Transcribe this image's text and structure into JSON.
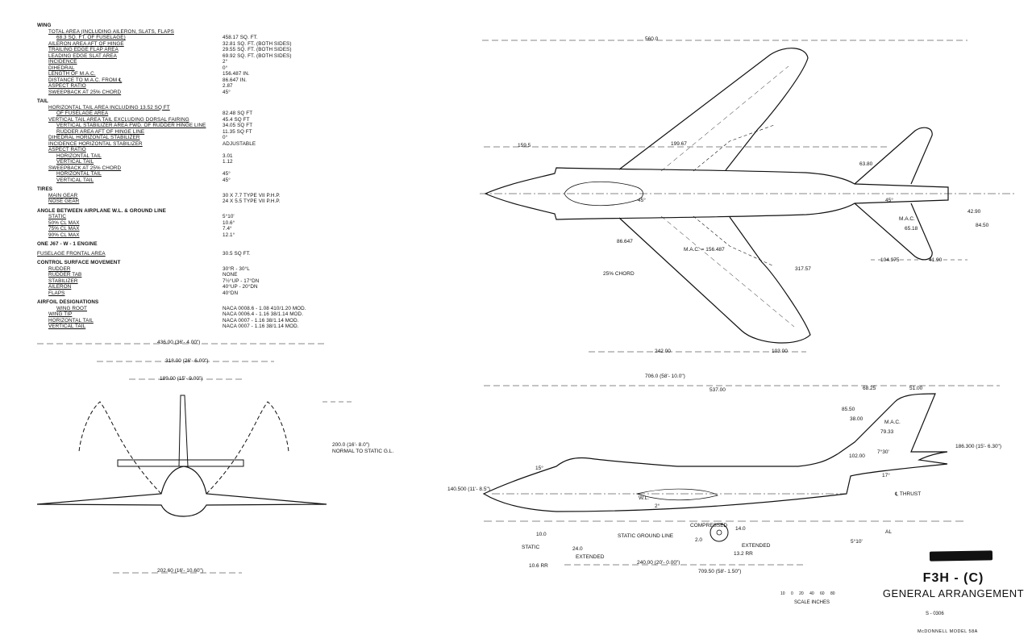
{
  "specs": [
    {
      "type": "section",
      "text": "WING"
    },
    {
      "type": "row",
      "indent": 1,
      "label": "TOTAL AREA  (INCLUDING AILERON, SLATS, FLAPS",
      "value": ""
    },
    {
      "type": "row",
      "indent": 2,
      "label": "68.3  SQ. FT. OF FUSELAGE)",
      "value": "458.17  SQ. FT."
    },
    {
      "type": "row",
      "indent": 1,
      "label": "AILERON AREA AFT OF HINGE",
      "value": "32.81  SQ. FT.  (BOTH SIDES)"
    },
    {
      "type": "row",
      "indent": 1,
      "label": "TRAILING EDGE FLAP AREA",
      "value": "29.55  SQ. FT.  (BOTH SIDES)"
    },
    {
      "type": "row",
      "indent": 1,
      "label": "LEADING EDGE SLAT AREA",
      "value": "69.92  SQ. FT.  (BOTH SIDES)"
    },
    {
      "type": "row",
      "indent": 1,
      "label": "INCIDENCE",
      "value": "2°"
    },
    {
      "type": "row",
      "indent": 1,
      "label": "DIHEDRAL",
      "value": "0°"
    },
    {
      "type": "row",
      "indent": 1,
      "label": "LENGTH OF M.A.C.",
      "value": "156.487  IN."
    },
    {
      "type": "row",
      "indent": 1,
      "label": "DISTANCE TO M.A.C. FROM ℄",
      "value": "86.647  IN."
    },
    {
      "type": "row",
      "indent": 1,
      "label": "ASPECT RATIO",
      "value": "2.87"
    },
    {
      "type": "row",
      "indent": 1,
      "label": "SWEEPBACK AT 25% CHORD",
      "value": "45°"
    },
    {
      "type": "gap"
    },
    {
      "type": "section",
      "text": "TAIL"
    },
    {
      "type": "row",
      "indent": 1,
      "label": "HORIZONTAL TAIL AREA   INCLUDING 13.52 SQ FT",
      "value": ""
    },
    {
      "type": "row",
      "indent": 2,
      "label": "OF FUSELAGE AREA",
      "value": "82.48   SQ FT"
    },
    {
      "type": "row",
      "indent": 1,
      "label": "VERTICAL TAIL AREA  TAIL  EXCLUDING DORSAL FAIRING",
      "value": "45.4    SQ FT"
    },
    {
      "type": "row",
      "indent": 2,
      "label": "VERTICAL STABILIZER AREA FWD. OF RUDDER HINGE LINE",
      "value": "34.05   SQ FT"
    },
    {
      "type": "row",
      "indent": 2,
      "label": "RUDDER AREA AFT OF HINGE LINE",
      "value": "11.35   SQ FT"
    },
    {
      "type": "row",
      "indent": 1,
      "label": "DIHEDRAL HORIZONTAL STABILIZER",
      "value": "0°"
    },
    {
      "type": "row",
      "indent": 1,
      "label": "INCIDENCE HORIZONTAL STABILIZER",
      "value": "ADJUSTABLE"
    },
    {
      "type": "row",
      "indent": 1,
      "label": "ASPECT RATIO",
      "value": ""
    },
    {
      "type": "row",
      "indent": 2,
      "label": "HORIZONTAL TAIL",
      "value": "3.01"
    },
    {
      "type": "row",
      "indent": 2,
      "label": "VERTICAL TAIL",
      "value": "1.12"
    },
    {
      "type": "row",
      "indent": 1,
      "label": "SWEEPBACK AT 25% CHORD",
      "value": ""
    },
    {
      "type": "row",
      "indent": 2,
      "label": "HORIZONTAL TAIL",
      "value": "45°"
    },
    {
      "type": "row",
      "indent": 2,
      "label": "VERTICAL TAIL",
      "value": "45°"
    },
    {
      "type": "gap"
    },
    {
      "type": "section",
      "text": "TIRES"
    },
    {
      "type": "row",
      "indent": 1,
      "label": "MAIN GEAR",
      "value": "30 X 7.7  TYPE VII  P.H.P."
    },
    {
      "type": "row",
      "indent": 1,
      "label": "NOSE GEAR",
      "value": "24 X 5.5  TYPE VII  P.H.P."
    },
    {
      "type": "gap"
    },
    {
      "type": "section",
      "text": "ANGLE  BETWEEN  AIRPLANE  W.L. & GROUND  LINE"
    },
    {
      "type": "row",
      "indent": 1,
      "label": "STATIC",
      "value": "5°10'"
    },
    {
      "type": "row",
      "indent": 1,
      "label": "50% CL MAX",
      "value": "10.6°"
    },
    {
      "type": "row",
      "indent": 1,
      "label": "75% CL MAX",
      "value": "7.4°"
    },
    {
      "type": "row",
      "indent": 1,
      "label": "90% CL MAX",
      "value": "12.1°"
    },
    {
      "type": "gap"
    },
    {
      "type": "section",
      "text": "ONE  J67 - W - 1  ENGINE"
    },
    {
      "type": "gap"
    },
    {
      "type": "row",
      "indent": 0,
      "label": "FUSELAGE  FRONTAL  AREA",
      "value": "30.5  SQ FT."
    },
    {
      "type": "gap"
    },
    {
      "type": "section",
      "text": "CONTROL  SURFACE  MOVEMENT"
    },
    {
      "type": "row",
      "indent": 1,
      "label": "RUDDER",
      "value": "30°R - 30°L"
    },
    {
      "type": "row",
      "indent": 1,
      "label": "RUDDER TAB",
      "value": "NONE"
    },
    {
      "type": "row",
      "indent": 1,
      "label": "STABILIZER",
      "value": "7½°UP - 17°DN"
    },
    {
      "type": "row",
      "indent": 1,
      "label": "AILERON",
      "value": "40°UP - 20°DN"
    },
    {
      "type": "row",
      "indent": 1,
      "label": "FLAPS",
      "value": "40°DN"
    },
    {
      "type": "gap"
    },
    {
      "type": "section",
      "text": "AIRFOIL DESIGNATIONS"
    },
    {
      "type": "row",
      "indent": 2,
      "label": "WING  ROOT",
      "value": "NACA 0008.6 - 1.08  410/1.20  MOD."
    },
    {
      "type": "row",
      "indent": 1,
      "label": "WING  TIP",
      "value": "NACA 0006.4 - 1.16   38/1.14  MOD."
    },
    {
      "type": "row",
      "indent": 1,
      "label": "HORIZONTAL  TAIL",
      "value": "NACA 0007   - 1.16   38/1.14  MOD."
    },
    {
      "type": "row",
      "indent": 1,
      "label": "VERTICAL  TAIL",
      "value": "NACA 0007   - 1.16   38/1.14  MOD."
    }
  ],
  "front_view": {
    "span_overall": "436.00 (36'- 4.00\")",
    "span_folded": "318.00 (26'- 6.00\")",
    "stab_span": "189.00 (15'- 9.00\")",
    "height_fold": "200.0 (16'- 8.0\")",
    "height_note": "NORMAL TO STATIC G.L.",
    "tread": "202.60 (16'- 10.60\")"
  },
  "plan_view": {
    "d_560": "560.0",
    "d_159": "159.5",
    "d_199": "199.67",
    "d_6380": "63.80",
    "d_4290": "42.90",
    "d_8450": "84.50",
    "mac_label": "M.A.C.",
    "d_6518": "65.18",
    "d_104": "104.975",
    "d_4190": "41.90",
    "d_86647": "86.647",
    "mac_wing": "M.A.C. = 156.487",
    "d_31757": "317.57",
    "chord_label": "25% CHORD",
    "angle_45a": "45°",
    "angle_45b": "45°",
    "d_24200": "242.00",
    "d_10300": "103.00"
  },
  "side_view": {
    "overall": "706.0  (58'- 10.0\")",
    "d_537": "537.00",
    "d_6825": "68.25",
    "d_5100": "51.00",
    "d_8550": "85.50",
    "d_3800": "38.00",
    "mac_label": "M.A.C.",
    "d_7933": "79.33",
    "d_10200": "102.00",
    "angle_730": "7°30'",
    "height": "186.300 (15'- 6.30\")",
    "nose_height": "140.500 (11'- 8.5\")",
    "angle_15": "15°",
    "angle_17": "17°",
    "wl": "W.L.",
    "angle_2": "2°",
    "thrust": "℄ THRUST",
    "compressed": "COMPRESSED",
    "d_140": "14.0",
    "static_gl": "STATIC GROUND LINE",
    "d_20": "2.0",
    "extended_a": "EXTENDED",
    "d_132": "13.2 RR",
    "d_100": "10.0",
    "static": "STATIC",
    "d_240": "24.0",
    "extended_b": "EXTENDED",
    "d_106": "10.6 RR",
    "wheelbase": "240.00 (20'- 0.00\")",
    "length_gl": "709.50  (58'- 1.50\")",
    "angle_510": "5°10'",
    "al": "AL"
  },
  "scale": {
    "numbers": "10 0   20   40   60   80",
    "label": "SCALE  INCHES"
  },
  "title": {
    "main": "F3H - (C)",
    "sub": "GENERAL  ARRANGEMENT",
    "drawing_no": "S - 0306",
    "model": "McDONNELL  MODEL  58A"
  }
}
